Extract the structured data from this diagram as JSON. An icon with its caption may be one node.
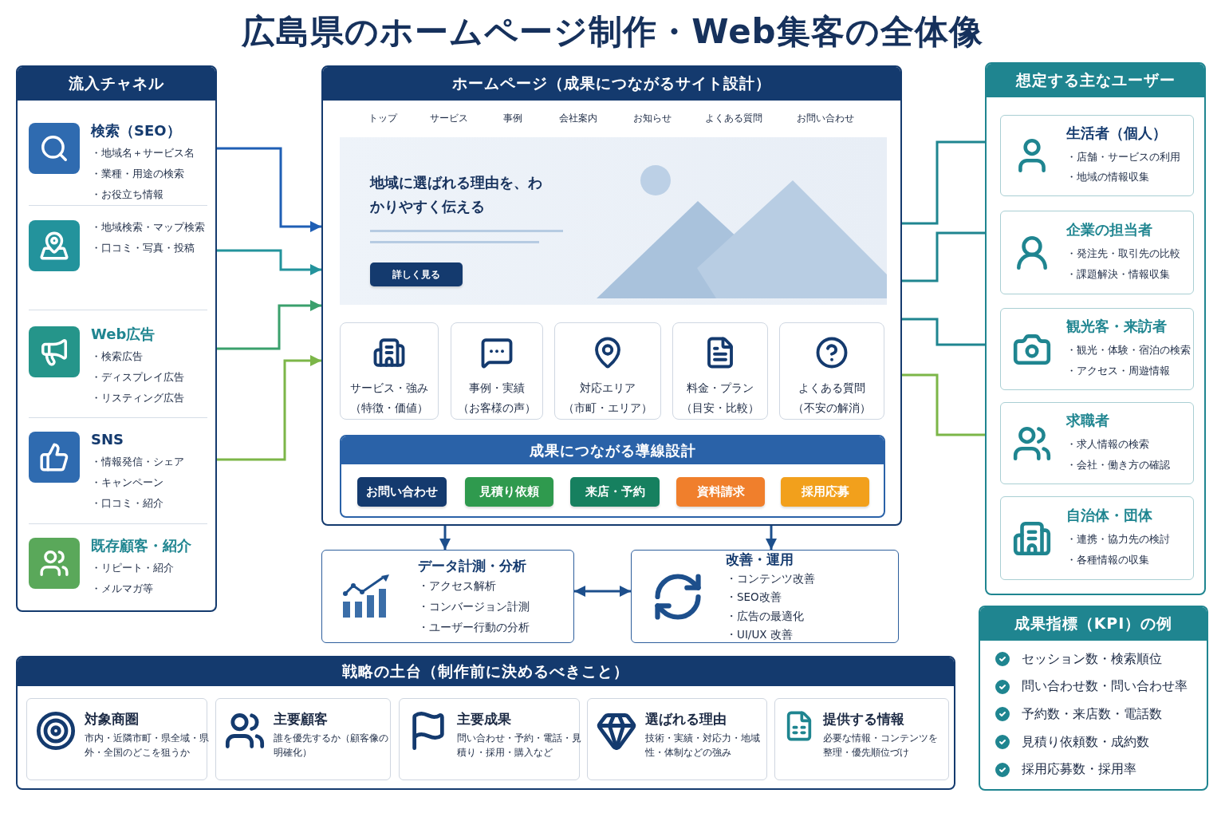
{
  "diagram": {
    "title": "広島県のホームページ制作・Web集客の全体像",
    "nodes": [
      {
        "text": [
          "流入チャネル"
        ]
      },
      {
        "text": [
          "検索（SEO）",
          "・地域名＋サービス名",
          "・業種・用途の検索",
          "・お役立ち情報"
        ],
        "in": 0
      },
      {
        "text": [
          "・地域検索・マップ検索",
          "・口コミ・写真・投稿"
        ],
        "in": 0
      },
      {
        "text": [
          "Web広告",
          "・検索広告",
          "・ディスプレイ広告",
          "・リスティング広告"
        ],
        "in": 0
      },
      {
        "text": [
          "SNS",
          "・情報発信・シェア",
          "・キャンペーン",
          "・口コミ・紹介"
        ],
        "in": 0
      },
      {
        "text": [
          "既存顧客・紹介",
          "・リピート・紹介",
          "・メルマガ等"
        ],
        "in": 0
      },
      {
        "text": [
          "ホームページ（成果につながるサイト設計）"
        ]
      },
      {
        "text": [
          "地域に選ばれる理由を、わかりやすく伝える"
        ],
        "in": 6
      },
      {
        "text": [
          "詳しく見る"
        ],
        "in": 7
      },
      {
        "text": [
          "サービス・強み",
          "（特徴・価値）"
        ],
        "in": 6
      },
      {
        "text": [
          "事例・実績",
          "（お客様の声）"
        ],
        "in": 6
      },
      {
        "text": [
          "対応エリア",
          "（市町・エリア）"
        ],
        "in": 6
      },
      {
        "text": [
          "料金・プラン",
          "（目安・比較）"
        ],
        "in": 6
      },
      {
        "text": [
          "よくある質問",
          "（不安の解消）"
        ],
        "in": 6
      },
      {
        "text": [
          "成果につながる導線設計"
        ],
        "in": 6
      },
      {
        "text": [
          "お問い合わせ"
        ],
        "in": 14
      },
      {
        "text": [
          "見積り依頼"
        ],
        "in": 14
      },
      {
        "text": [
          "来店・予約"
        ],
        "in": 14
      },
      {
        "text": [
          "資料請求"
        ],
        "in": 14
      },
      {
        "text": [
          "採用応募"
        ],
        "in": 14
      },
      {
        "text": [
          "データ計測・分析",
          "・アクセス解析",
          "・コンバージョン計測",
          "・ユーザー行動の分析"
        ]
      },
      {
        "text": [
          "改善・運用",
          "・コンテンツ改善",
          "・SEO改善",
          "・広告の最適化",
          "・UI/UX 改善"
        ]
      },
      {
        "text": [
          "想定する主なユーザー"
        ]
      },
      {
        "text": [
          "生活者（個人）",
          "・店舗・サービスの利用",
          "・地域の情報収集"
        ],
        "in": 22
      },
      {
        "text": [
          "企業の担当者",
          "・発注先・取引先の比較",
          "・課題解決・情報収集"
        ],
        "in": 22
      },
      {
        "text": [
          "観光客・来訪者",
          "・観光・体験・宿泊の検索",
          "・アクセス・周遊情報"
        ],
        "in": 22
      },
      {
        "text": [
          "求職者",
          "・求人情報の検索",
          "・会社・働き方の確認"
        ],
        "in": 22
      },
      {
        "text": [
          "自治体・団体",
          "・連携・協力先の検討",
          "・各種情報の収集"
        ],
        "in": 22
      },
      {
        "text": [
          "成果指標（KPI）の例",
          "セッション数・検索順位",
          "問い合わせ数・問い合わせ率",
          "予約数・来店数・電話数",
          "見積り依頼数・成約数",
          "採用応募数・採用率"
        ]
      },
      {
        "text": [
          "戦略の土台（制作前に決めるべきこと）"
        ]
      },
      {
        "text": [
          "対象商圏",
          "市内・近隣市町・県全域・県外・全国のどこを狙うか"
        ],
        "in": 29
      },
      {
        "text": [
          "主要顧客",
          "誰を優先するか（顧客像の明確化）"
        ],
        "in": 29
      },
      {
        "text": [
          "主要成果",
          "問い合わせ・予約・電話・見積り・採用・購入など"
        ],
        "in": 29
      },
      {
        "text": [
          "選ばれる理由",
          "技術・実績・対応力・地域性・体制などの強み"
        ],
        "in": 29
      },
      {
        "text": [
          "提供する情報",
          "必要な情報・コンテンツを整理・優先順位づけ"
        ],
        "in": 29
      }
    ],
    "edges": [
      {
        "from": 1,
        "to": 6,
        "arrow": "to",
        "color": "#1f5fb5"
      },
      {
        "from": 2,
        "to": 6,
        "arrow": "to",
        "color": "#23939c"
      },
      {
        "from": 3,
        "to": 6,
        "arrow": "to",
        "color": "#3aa06c"
      },
      {
        "from": 4,
        "to": 6,
        "arrow": "to",
        "color": "#7cb648"
      },
      {
        "from": 6,
        "to": 23,
        "arrow": "to"
      },
      {
        "from": 6,
        "to": 24,
        "arrow": "to"
      },
      {
        "from": 6,
        "to": 25,
        "arrow": "to"
      },
      {
        "from": 6,
        "to": 26,
        "arrow": "to",
        "color": "#7cb648"
      },
      {
        "from": 6,
        "to": 20,
        "arrow": "to",
        "color": "#1d4f8c"
      },
      {
        "from": 6,
        "to": 21,
        "arrow": "to",
        "color": "#1d4f8c"
      },
      {
        "from": 20,
        "to": 21,
        "arrow": "both",
        "color": "#1d4f8c"
      }
    ],
    "labels": [
      "トップ",
      "サービス",
      "事例",
      "会社案内",
      "お知らせ",
      "よくある質問",
      "お問い合わせ"
    ]
  }
}
